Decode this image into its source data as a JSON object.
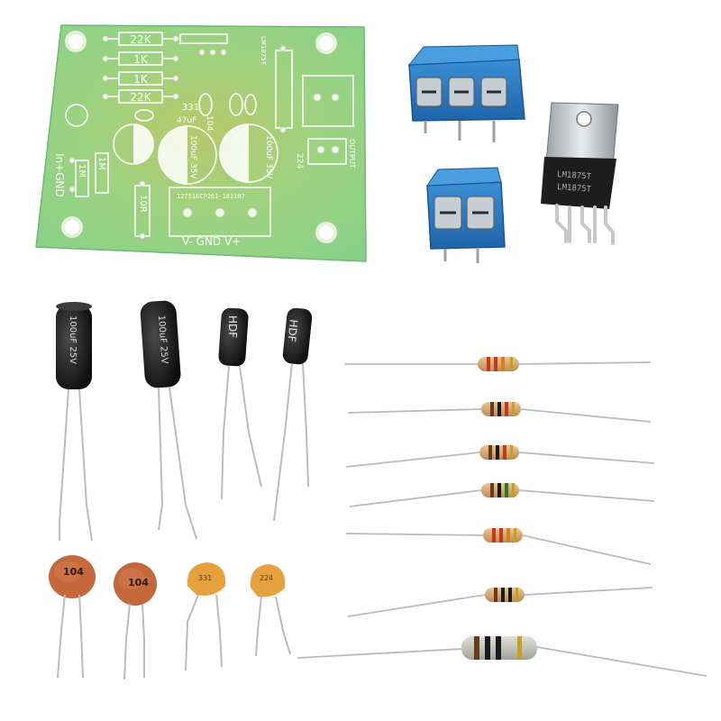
{
  "pcb": {
    "labels": {
      "r1": "22K",
      "r2": "1K",
      "r3": "1K",
      "r4": "22K",
      "c331": "331",
      "c47": "47uF",
      "c104": "104",
      "r10r": "10R",
      "r1m_a": "1M",
      "r1m_b": "1M",
      "cap_big_1": "100uF 35V",
      "cap_big_2": "100uF 35V",
      "c224": "224",
      "input": "In+GND",
      "output": "OUTPUT",
      "power": "V- GND V+",
      "code": "127516CP261-181107",
      "chip": "LM1875T"
    }
  },
  "regulator": {
    "marking_1": "LM1875T",
    "marking_2": "LM1875T"
  },
  "electrolytics": [
    {
      "text": "100uF 25V"
    },
    {
      "text": "100uF 25V"
    },
    {
      "text": "HDF"
    },
    {
      "text": "HDF"
    }
  ],
  "ceramics": [
    {
      "code": "104"
    },
    {
      "code": "104"
    },
    {
      "code": "331"
    },
    {
      "code": "224"
    }
  ],
  "colors": {
    "pcb": "#8fd487",
    "pcb_yellow": "#c9c86a",
    "terminal_blue": "#2e82c8",
    "cap_black": "#1a1a1a",
    "ceramic_red": "#c4673a",
    "ceramic_orange": "#e6a03c",
    "resistor_tan": "#d9b07f"
  }
}
